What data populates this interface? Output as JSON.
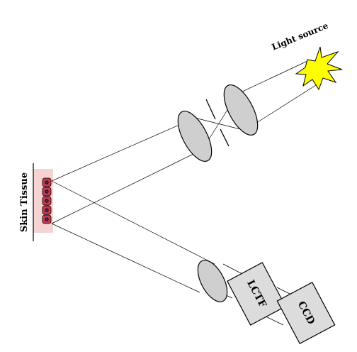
{
  "labels": {
    "light_source": "Light source",
    "skin_tissue": "Skin Tissue",
    "lctf": "LCTF",
    "ccd": "CCD"
  },
  "colors": {
    "lens_fill": "#cfcfcf",
    "box_fill": "#dcdcdc",
    "tissue_band": "#f6d3d3",
    "cell_fill": "#c63a4a",
    "cell_nucleus": "#4b2a8a",
    "star_fill": "#ffff00",
    "stroke": "#000000"
  },
  "icons": {
    "light_source": "starburst-icon",
    "tissue_cells": "cell-stack-icon"
  }
}
